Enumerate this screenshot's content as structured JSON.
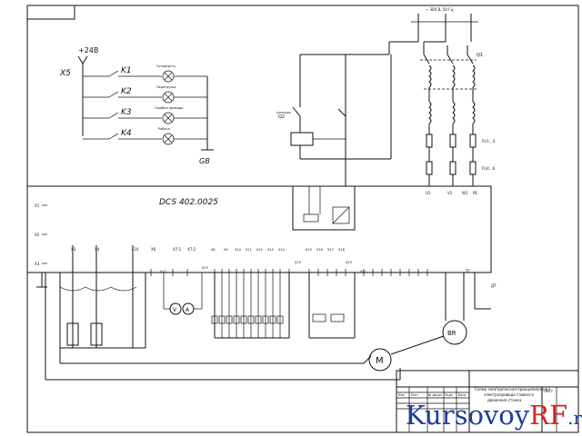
{
  "power": {
    "connector": "X5",
    "voltage": "+24В",
    "ground": "GB",
    "relays": [
      {
        "id": "K1",
        "lamp_label": "Готовность"
      },
      {
        "id": "K2",
        "lamp_label": "Перегрузка"
      },
      {
        "id": "K3",
        "lamp_label": "Ошибка привода"
      },
      {
        "id": "K4",
        "lamp_label": "Работа"
      }
    ]
  },
  "drive": {
    "model": "DCS 402.0025",
    "inputs_left": [
      "X1",
      "X2",
      "X3"
    ],
    "terminals_top": [
      "X3",
      "X4",
      "+10",
      "X6",
      "X7:1",
      "X7:2",
      "X8",
      "X9",
      "X10",
      "X11",
      "X12",
      "X13",
      "X14",
      "X15",
      "X16",
      "X17",
      "X18",
      "X19",
      "X20",
      "X21",
      "X22",
      "X23"
    ],
    "bottom_right": [
      "U1",
      "V1",
      "W1",
      "PE"
    ],
    "feedback": [
      "ТГ",
      "ДТ"
    ]
  },
  "supply": {
    "top_label": "~ 380 В, 50 Гц",
    "breakers": [
      "Q1",
      "Q2"
    ],
    "fuse_groups": [
      "FU1...3",
      "FU4...6"
    ]
  },
  "motor": {
    "main": "M",
    "tacho": "BR"
  },
  "title_block": {
    "lines": [
      "Схема электрическая принципиальная",
      "электропривода главного",
      "движения станка"
    ],
    "cells": [
      "Изм.",
      "Лист",
      "№ докум.",
      "Подп.",
      "Дата"
    ],
    "sheet": "Лист"
  },
  "watermark": {
    "part1": "Kursovoy",
    "part2": "RF",
    "part3": ".ru"
  }
}
